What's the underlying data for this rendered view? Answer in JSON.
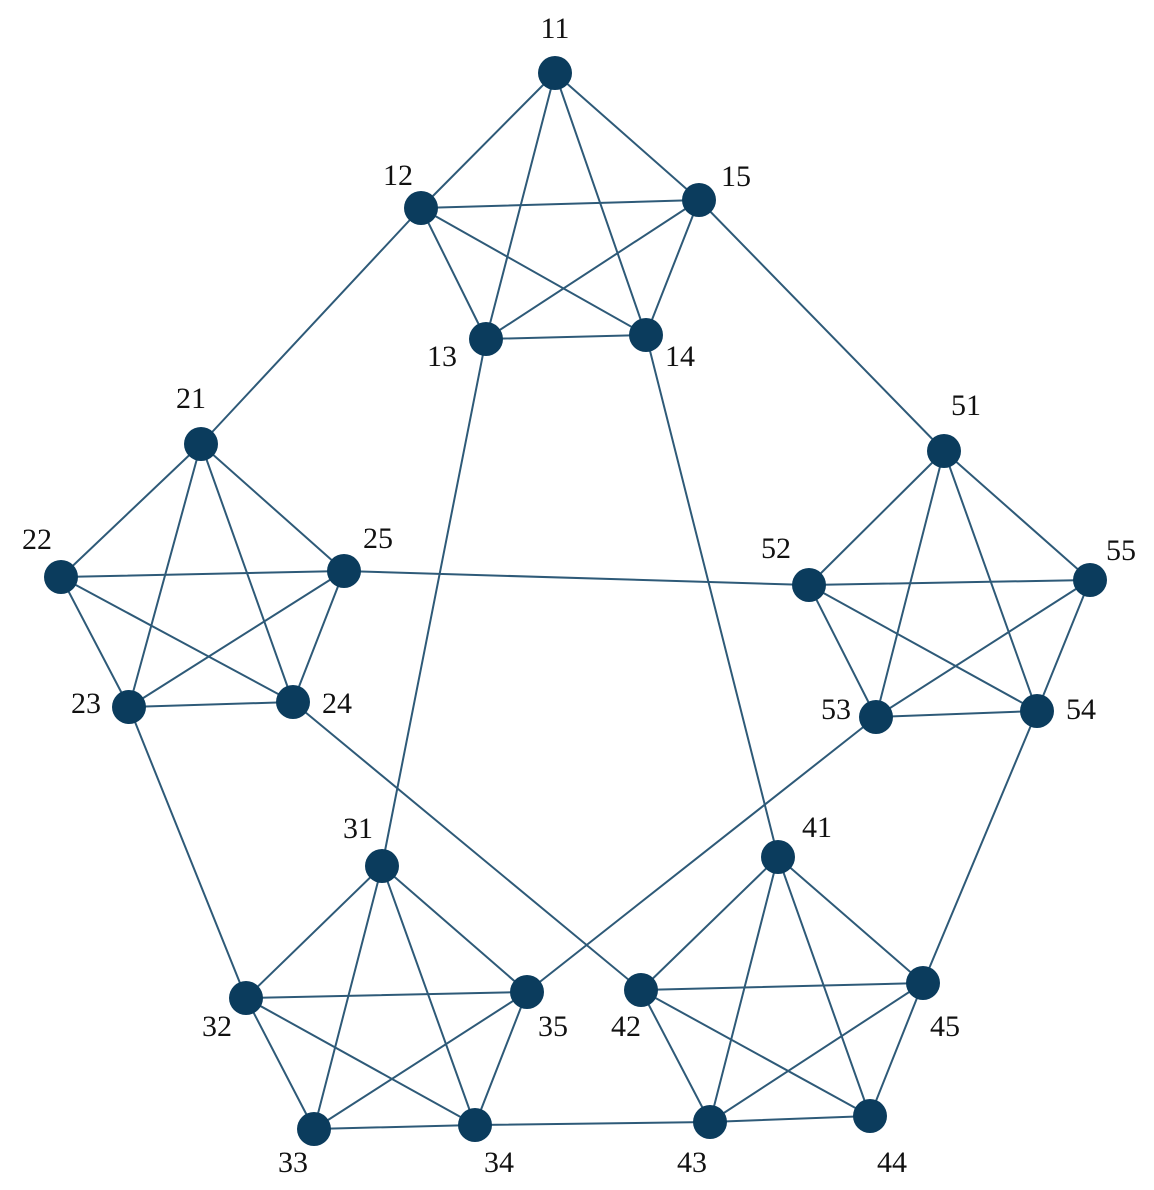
{
  "colors": {
    "node": "#0b3c5d",
    "edge": "#2e5a78",
    "label": "#111111",
    "background": "#ffffff"
  },
  "nodes": [
    {
      "id": "11",
      "label": "11"
    },
    {
      "id": "12",
      "label": "12"
    },
    {
      "id": "13",
      "label": "13"
    },
    {
      "id": "14",
      "label": "14"
    },
    {
      "id": "15",
      "label": "15"
    },
    {
      "id": "21",
      "label": "21"
    },
    {
      "id": "22",
      "label": "22"
    },
    {
      "id": "23",
      "label": "23"
    },
    {
      "id": "24",
      "label": "24"
    },
    {
      "id": "25",
      "label": "25"
    },
    {
      "id": "31",
      "label": "31"
    },
    {
      "id": "32",
      "label": "32"
    },
    {
      "id": "33",
      "label": "33"
    },
    {
      "id": "34",
      "label": "34"
    },
    {
      "id": "35",
      "label": "35"
    },
    {
      "id": "41",
      "label": "41"
    },
    {
      "id": "42",
      "label": "42"
    },
    {
      "id": "43",
      "label": "43"
    },
    {
      "id": "44",
      "label": "44"
    },
    {
      "id": "45",
      "label": "45"
    },
    {
      "id": "51",
      "label": "51"
    },
    {
      "id": "52",
      "label": "52"
    },
    {
      "id": "53",
      "label": "53"
    },
    {
      "id": "54",
      "label": "54"
    },
    {
      "id": "55",
      "label": "55"
    }
  ],
  "edges": [
    [
      "11",
      "12"
    ],
    [
      "11",
      "13"
    ],
    [
      "11",
      "14"
    ],
    [
      "11",
      "15"
    ],
    [
      "12",
      "13"
    ],
    [
      "12",
      "14"
    ],
    [
      "12",
      "15"
    ],
    [
      "13",
      "14"
    ],
    [
      "13",
      "15"
    ],
    [
      "14",
      "15"
    ],
    [
      "21",
      "22"
    ],
    [
      "21",
      "23"
    ],
    [
      "21",
      "24"
    ],
    [
      "21",
      "25"
    ],
    [
      "22",
      "23"
    ],
    [
      "22",
      "24"
    ],
    [
      "22",
      "25"
    ],
    [
      "23",
      "24"
    ],
    [
      "23",
      "25"
    ],
    [
      "24",
      "25"
    ],
    [
      "31",
      "32"
    ],
    [
      "31",
      "33"
    ],
    [
      "31",
      "34"
    ],
    [
      "31",
      "35"
    ],
    [
      "32",
      "33"
    ],
    [
      "32",
      "34"
    ],
    [
      "32",
      "35"
    ],
    [
      "33",
      "34"
    ],
    [
      "33",
      "35"
    ],
    [
      "34",
      "35"
    ],
    [
      "41",
      "42"
    ],
    [
      "41",
      "43"
    ],
    [
      "41",
      "44"
    ],
    [
      "41",
      "45"
    ],
    [
      "42",
      "43"
    ],
    [
      "42",
      "44"
    ],
    [
      "42",
      "45"
    ],
    [
      "43",
      "44"
    ],
    [
      "43",
      "45"
    ],
    [
      "44",
      "45"
    ],
    [
      "51",
      "52"
    ],
    [
      "51",
      "53"
    ],
    [
      "51",
      "54"
    ],
    [
      "51",
      "55"
    ],
    [
      "52",
      "53"
    ],
    [
      "52",
      "54"
    ],
    [
      "52",
      "55"
    ],
    [
      "53",
      "54"
    ],
    [
      "53",
      "55"
    ],
    [
      "54",
      "55"
    ],
    [
      "12",
      "21"
    ],
    [
      "15",
      "51"
    ],
    [
      "13",
      "31"
    ],
    [
      "14",
      "41"
    ],
    [
      "25",
      "52"
    ],
    [
      "23",
      "32"
    ],
    [
      "24",
      "42"
    ],
    [
      "34",
      "43"
    ],
    [
      "35",
      "53"
    ],
    [
      "45",
      "54"
    ]
  ]
}
